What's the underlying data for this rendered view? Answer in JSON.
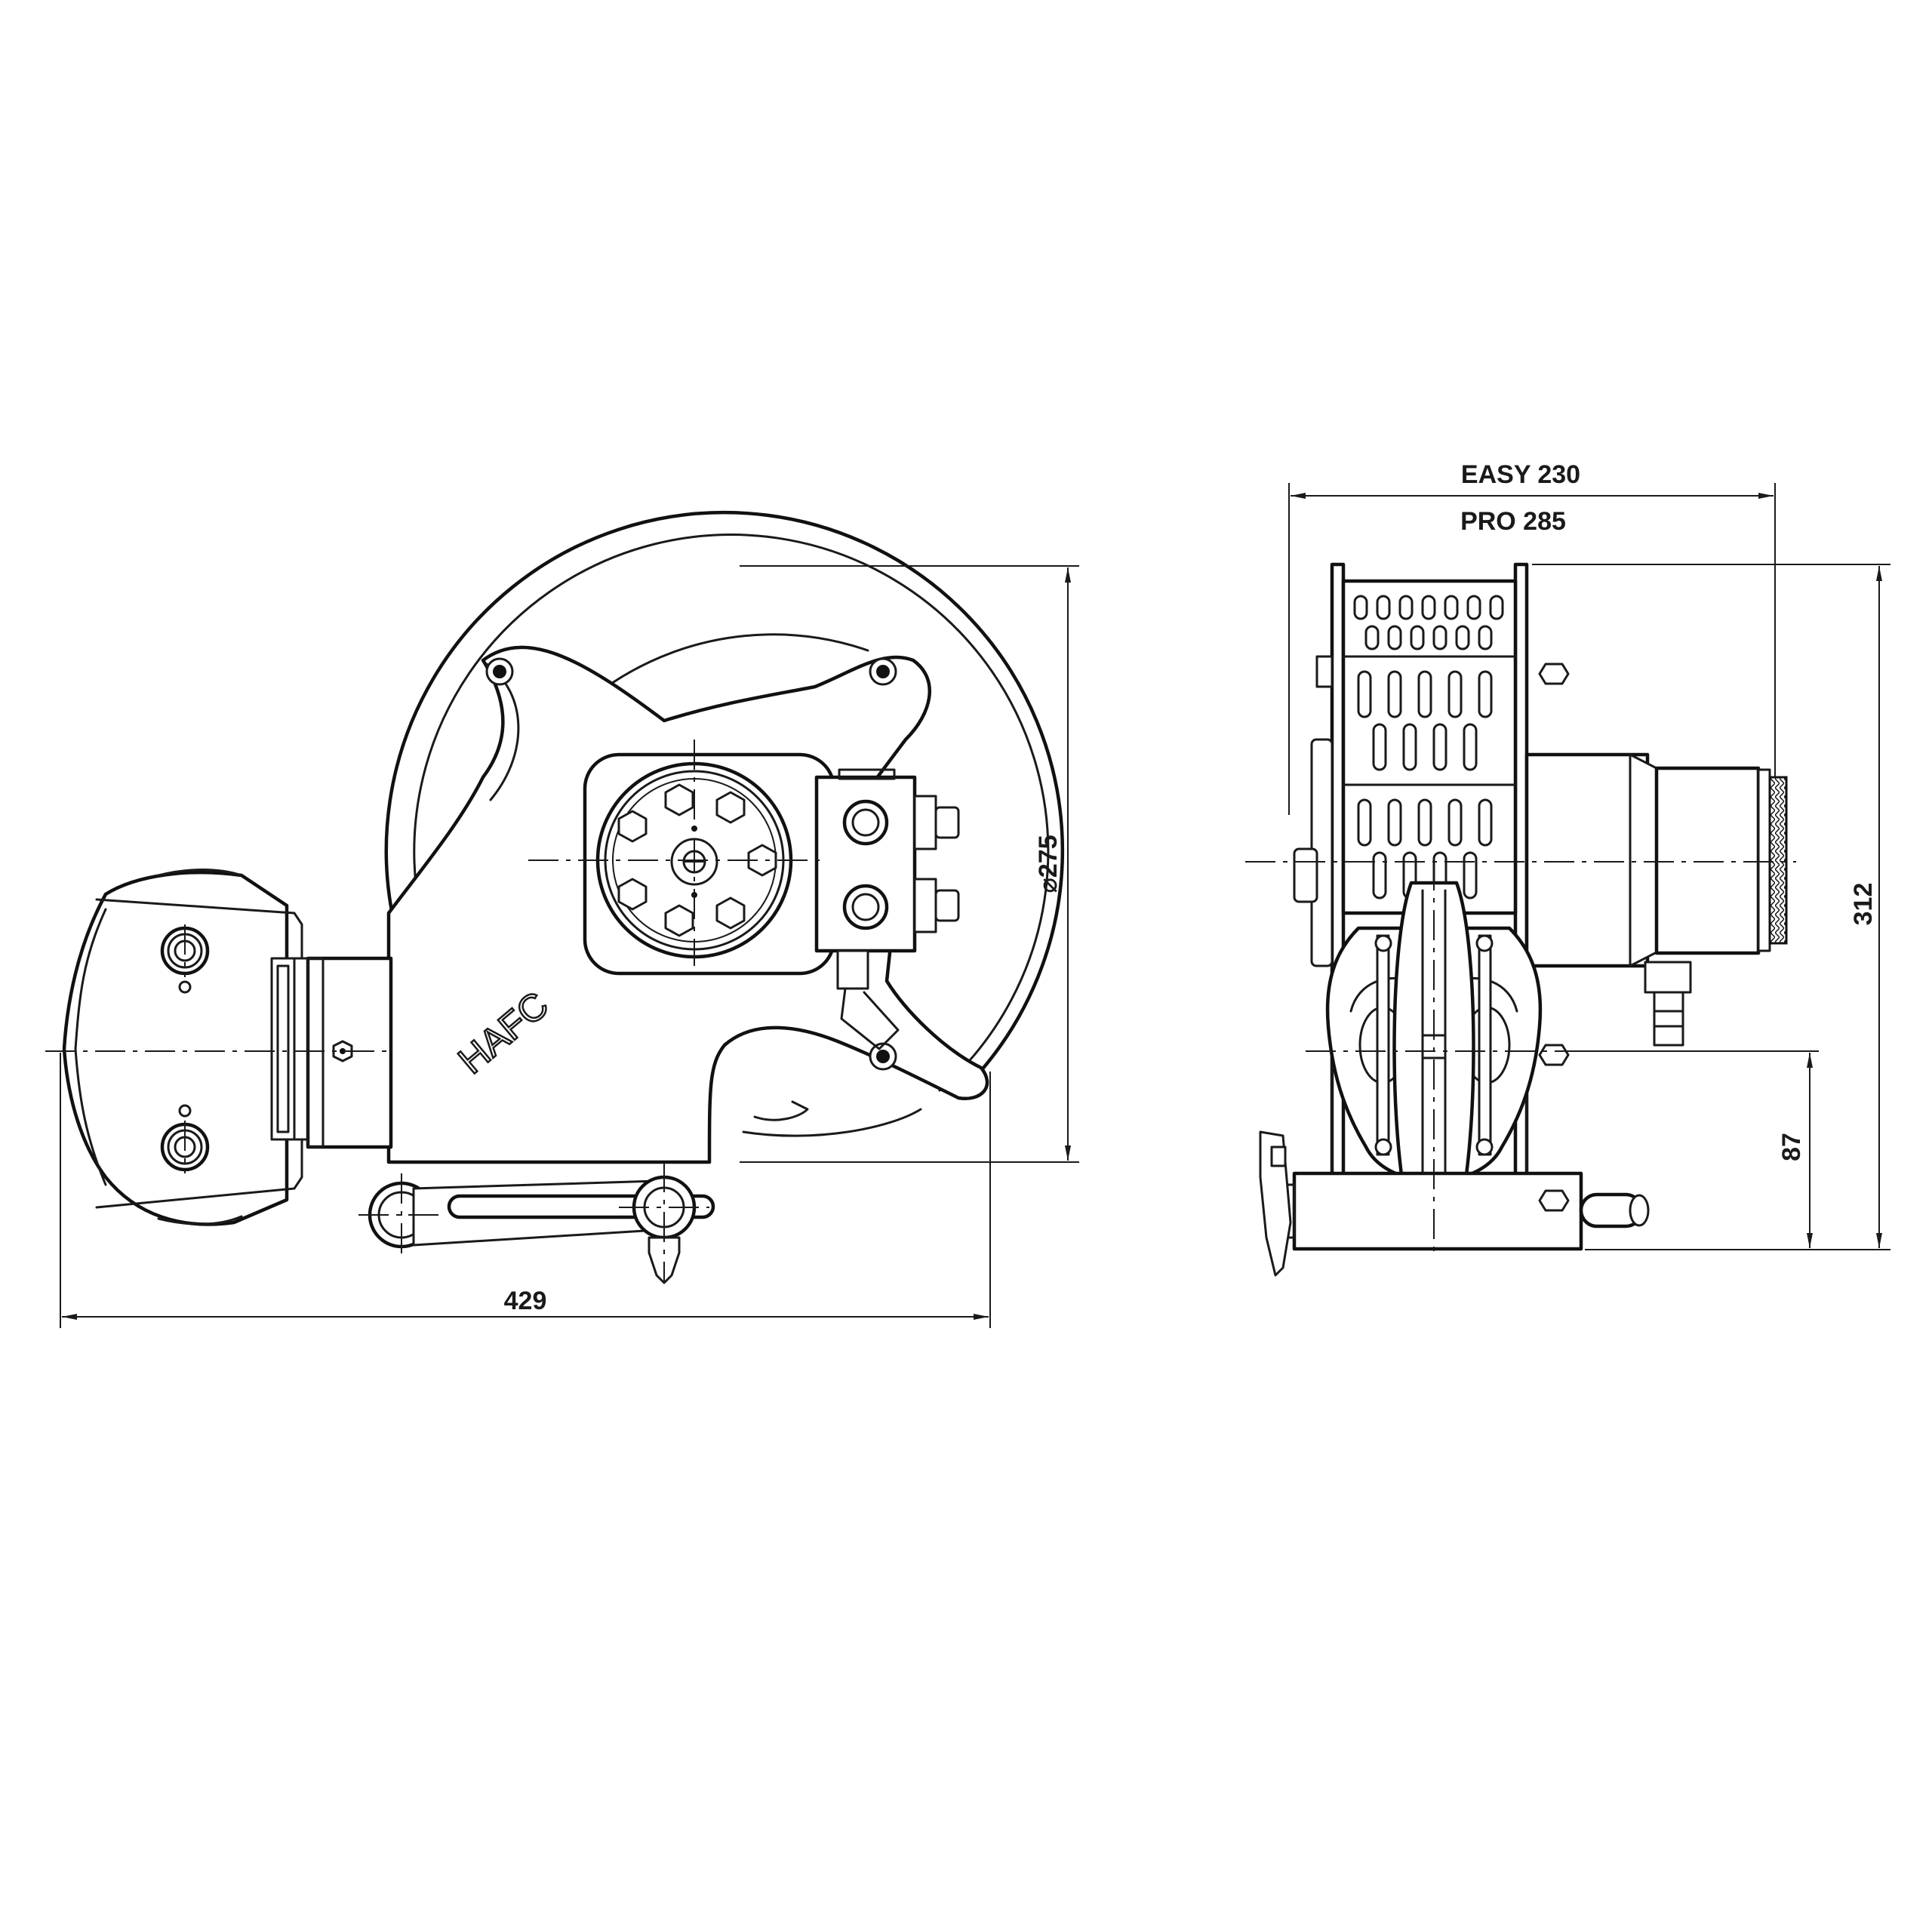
{
  "drawing": {
    "logo_text": "HAFC",
    "dimensions": {
      "overall_length": "429",
      "drum_diameter": "275",
      "diameter_symbol": "⌀",
      "width_easy": "EASY 230",
      "width_pro": "PRO 285",
      "overall_height": "312",
      "axle_height": "87"
    }
  }
}
